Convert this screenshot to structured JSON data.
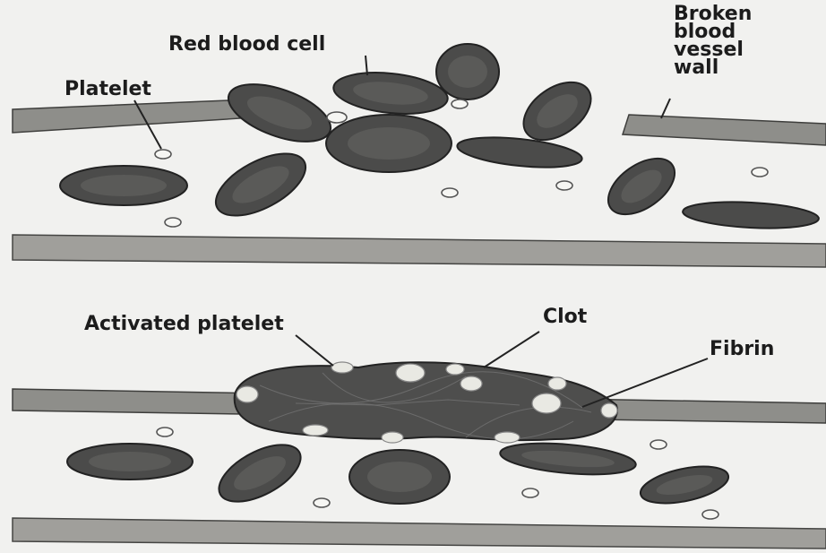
{
  "labels": {
    "red_blood_cell": "Red blood cell",
    "platelet": "Platelet",
    "broken_wall": [
      "Broken",
      "blood",
      "vessel",
      "wall"
    ],
    "activated_platelet": "Activated platelet",
    "clot": "Clot",
    "fibrin": "Fibrin"
  },
  "colors": {
    "background": "#f1f1ef",
    "cell": "#4b4b4a",
    "wall": "#8e8e8a",
    "platelet": "#f6f6f3"
  }
}
